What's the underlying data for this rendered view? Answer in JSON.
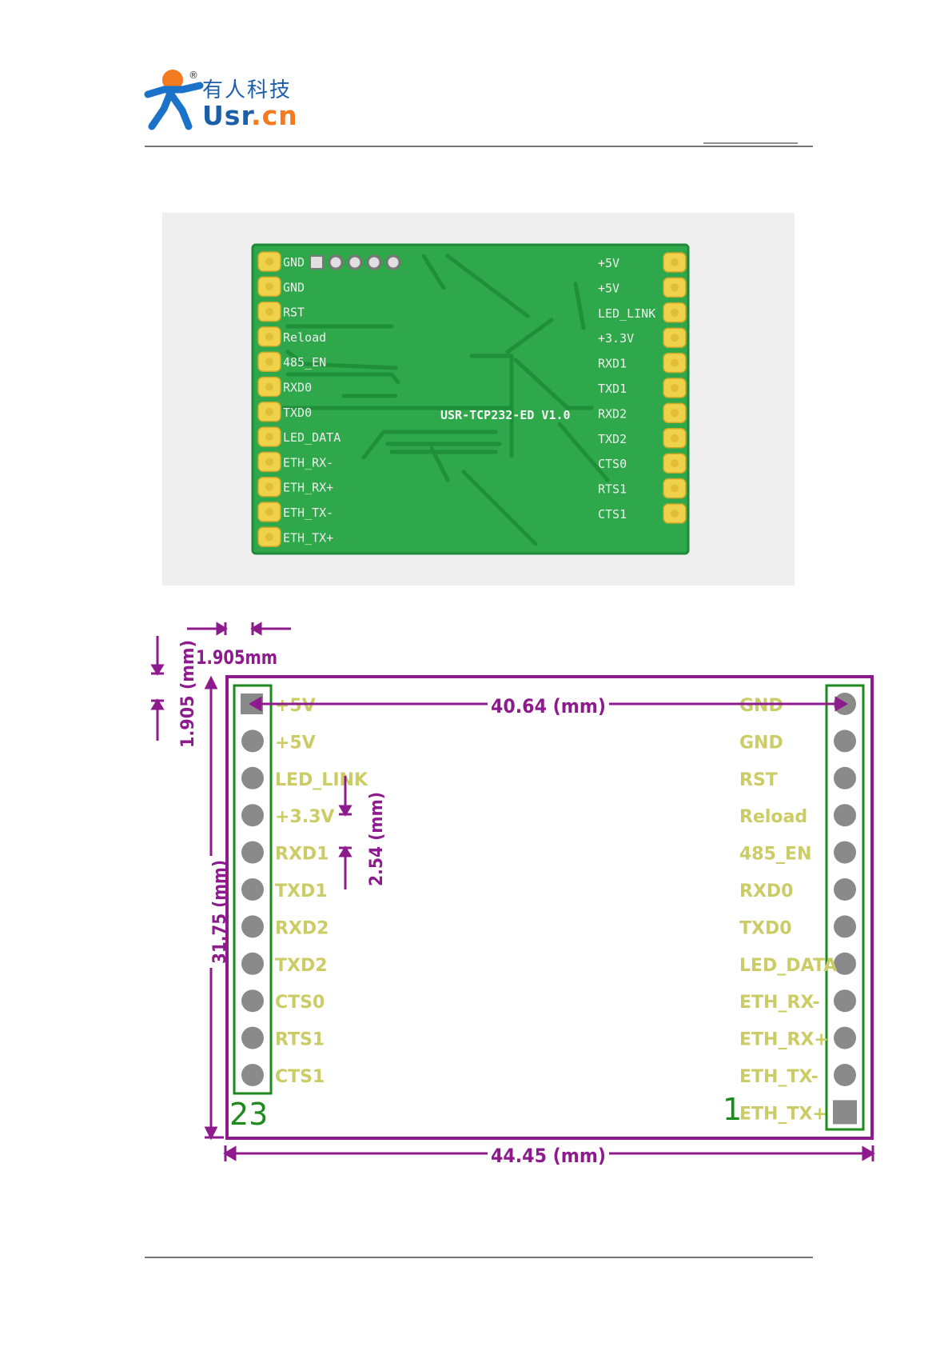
{
  "header": {
    "logo_cn": "有人科技",
    "logo_brand_u": "U",
    "logo_brand_sr": "sr",
    "logo_brand_dot": ".",
    "logo_brand_cn": "cn",
    "registered": "®"
  },
  "photo": {
    "board_label": "USR-TCP232-ED V1.0",
    "left_pins": [
      "GND",
      "GND",
      "RST",
      "Reload",
      "485_EN",
      "RXD0",
      "TXD0",
      "LED_DATA",
      "ETH_RX-",
      "ETH_RX+",
      "ETH_TX-",
      "ETH_TX+"
    ],
    "right_pins": [
      "+5V",
      "+5V",
      "LED_LINK",
      "+3.3V",
      "RXD1",
      "TXD1",
      "RXD2",
      "TXD2",
      "CTS0",
      "RTS1",
      "CTS1"
    ]
  },
  "drawing": {
    "dim_pitch": "1.905mm",
    "dim_pitch_vertical": "1.905 (mm)",
    "dim_span": "40.64 (mm)",
    "dim_row_pitch": "2.54 (mm)",
    "dim_height": "31.75 (mm)",
    "dim_width": "44.45 (mm)",
    "left_pins": [
      "+5V",
      "+5V",
      "LED_LINK",
      "+3.3V",
      "RXD1",
      "TXD1",
      "RXD2",
      "TXD2",
      "CTS0",
      "RTS1",
      "CTS1"
    ],
    "right_pins": [
      "GND",
      "GND",
      "RST",
      "Reload",
      "485_EN",
      "RXD0",
      "TXD0",
      "LED_DATA",
      "ETH_RX-",
      "ETH_RX+",
      "ETH_TX-",
      "ETH_TX+"
    ],
    "pin_left_number": "23",
    "pin_right_number": "1",
    "colors": {
      "outline": "#8e1b8e",
      "header_box": "#1c8a1c",
      "label": "#cccc66",
      "pad": "#8a8a8a"
    }
  }
}
